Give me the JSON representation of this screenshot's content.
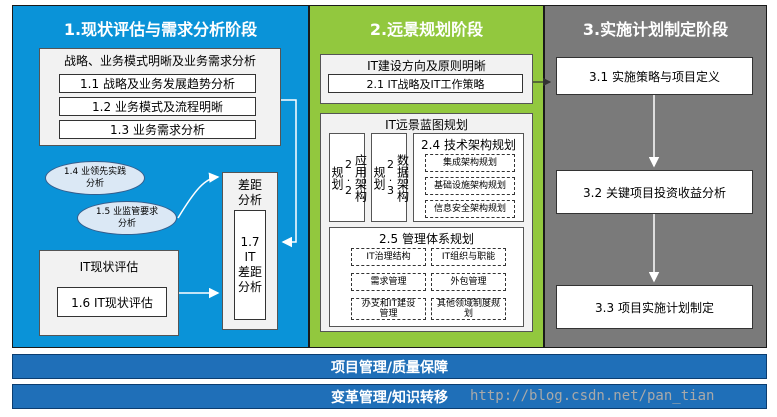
{
  "colors": {
    "phase1": "#0a93d8",
    "phase2": "#92c83e",
    "phase3": "#7a7a7a",
    "bar": "#1f6fb8",
    "ellipse": "#dbe8f5"
  },
  "phase1": {
    "title": "1.现状评估与需求分析阶段",
    "strategy_panel": {
      "title": "战略、业务模式明晰及业务需求分析",
      "items": [
        "1.1 战略及业务发展趋势分析",
        "1.2 业务模式及流程明晰",
        "1.3 业务需求分析"
      ]
    },
    "ellipses": [
      "1.4 业领先实践\n分析",
      "1.5 业监管要求\n分析"
    ],
    "gap_panel": {
      "title": "差距\n分析",
      "inner": "1.7\nIT\n差距\n分析"
    },
    "it_status_panel": {
      "title": "IT现状评估",
      "item": "1.6 IT现状评估"
    }
  },
  "phase2": {
    "title": "2.远景规划阶段",
    "direction_panel": {
      "title": "IT建设方向及原则明晰",
      "item": "2.1 IT战略及IT工作策略"
    },
    "blueprint_panel": {
      "title": "IT远景蓝图规划",
      "app_arch": {
        "num": "2.2",
        "label": "应用架构",
        "prefix": "规划"
      },
      "data_arch": {
        "num": "2.3",
        "label": "数据架构",
        "prefix": "规划"
      },
      "tech_arch": {
        "title": "2.4 技术架构规划",
        "items": [
          "集成架构规划",
          "基础设施架构规划",
          "信息安全架构规划"
        ]
      },
      "mgmt": {
        "title": "2.5 管理体系规划",
        "items": [
          "IT治理结构",
          "IT组织与职能",
          "需求管理",
          "外包管理",
          "办支和IT建设\n管理",
          "其他领域制度规\n划"
        ]
      }
    }
  },
  "phase3": {
    "title": "3.实施计划制定阶段",
    "items": [
      "3.1 实施策略与项目定义",
      "3.2 关键项目投资收益分析",
      "3.3 项目实施计划制定"
    ]
  },
  "bars": [
    "项目管理/质量保障",
    "变革管理/知识转移"
  ],
  "watermark": "http://blog.csdn.net/pan_tian"
}
